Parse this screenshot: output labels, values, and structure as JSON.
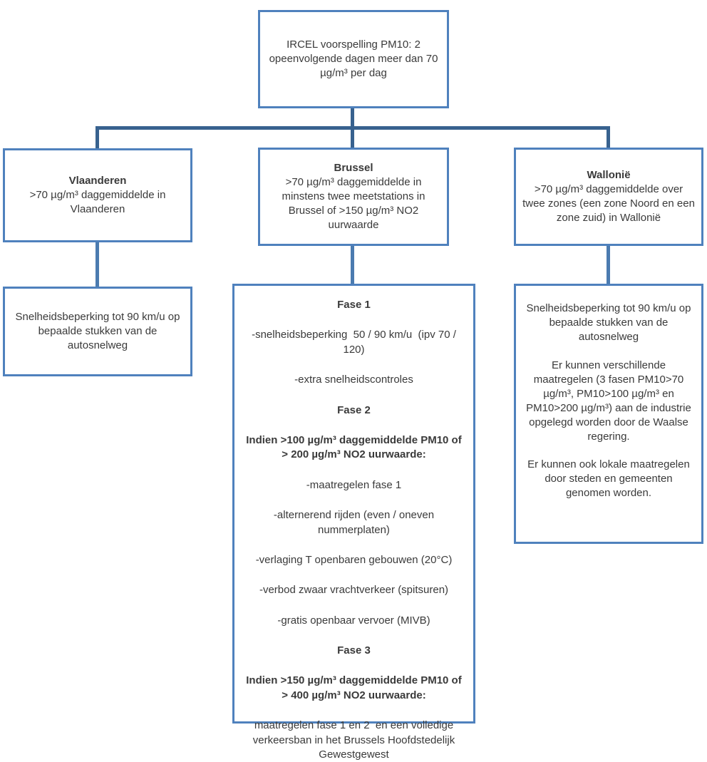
{
  "flowchart": {
    "root": {
      "text": "IRCEL voorspelling PM10: 2 opeenvolgende dagen meer dan 70 µg/m³ per dag"
    },
    "branches": [
      {
        "title": "Vlaanderen",
        "condition": ">70 µg/m³ daggemiddelde in Vlaanderen",
        "measures": [
          "Snelheidsbeperking tot 90 km/u op bepaalde stukken van de autosnelweg"
        ]
      },
      {
        "title": "Brussel",
        "condition": ">70 µg/m³ daggemiddelde in minstens twee meetstations in Brussel of >150 µg/m³ NO2 uurwaarde",
        "measures": [
          "Fase 1",
          "-snelheidsbeperking  50 / 90 km/u  (ipv 70 / 120)",
          "-extra snelheidscontroles",
          "Fase 2",
          "Indien >100 µg/m³ daggemiddelde PM10 of > 200 µg/m³ NO2 uurwaarde:",
          "-maatregelen fase 1",
          "-alternerend rijden (even / oneven nummerplaten)",
          "-verlaging T openbaren gebouwen (20°C)",
          "-verbod zwaar vrachtverkeer (spitsuren)",
          "-gratis openbaar vervoer (MIVB)",
          "Fase 3",
          "Indien >150 µg/m³ daggemiddelde PM10 of > 400 µg/m³ NO2 uurwaarde:",
          "maatregelen fase 1 en 2  en een volledige verkeersban in het Brussels Hoofdstedelijk Gewestgewest"
        ]
      },
      {
        "title": "Wallonië",
        "condition": ">70 µg/m³ daggemiddelde over twee zones (een zone Noord en een zone zuid) in Wallonië",
        "measures": [
          "Snelheidsbeperking tot 90 km/u op bepaalde stukken van de autosnelweg",
          "Er kunnen verschillende maatregelen (3 fasen PM10>70 µg/m³, PM10>100 µg/m³ en PM10>200 µg/m³) aan de industrie opgelegd worden door de Waalse regering.",
          "Er kunnen ook lokale maatregelen door steden en gemeenten genomen worden."
        ]
      }
    ],
    "colors": {
      "box_border": "#4F81BD",
      "connector_dark": "#38628F",
      "connector_light": "#4B7BB0",
      "text": "#3A3A3A"
    }
  }
}
